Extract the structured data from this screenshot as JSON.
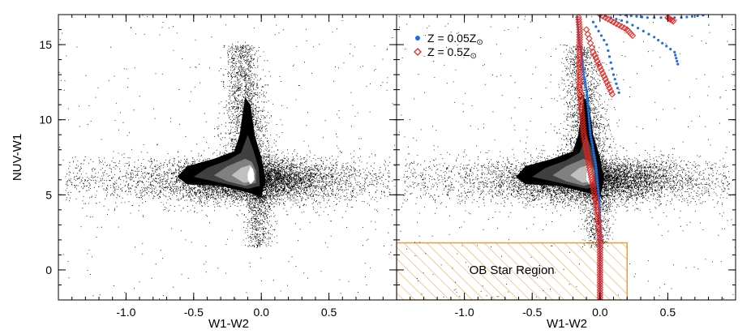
{
  "chart_data": [
    {
      "type": "scatter",
      "panel": "left",
      "title": "",
      "xlabel": "W1-W2",
      "ylabel": "NUV-W1",
      "xlim": [
        -1.5,
        1.0
      ],
      "ylim": [
        -2,
        17
      ],
      "x_ticks": [
        -1.0,
        -0.5,
        0.0,
        0.5
      ],
      "x_tick_labels": [
        "-1.0",
        "-0.5",
        "0.0",
        "0.5"
      ],
      "y_ticks": [
        0,
        5,
        10,
        15
      ],
      "y_tick_labels": [
        "0",
        "5",
        "10",
        "15"
      ],
      "series": [
        {
          "kind": "density-points-with-contours",
          "color": "#000000",
          "contour_fill_colors": [
            "#000000",
            "#404040",
            "#808080",
            "#c0c0c0",
            "#ffffff"
          ],
          "locus": {
            "x_center": -0.1,
            "y_center": 6.2,
            "x_spread": 0.3,
            "y_spread": 1.2
          }
        }
      ]
    },
    {
      "type": "scatter",
      "panel": "right",
      "title": "",
      "xlabel": "W1-W2",
      "ylabel": "",
      "xlim": [
        -1.5,
        1.0
      ],
      "ylim": [
        -2,
        17
      ],
      "x_ticks": [
        -1.0,
        -0.5,
        0.0,
        0.5
      ],
      "x_tick_labels": [
        "-1.0",
        "-0.5",
        "0.0",
        "0.5"
      ],
      "y_ticks": [
        0,
        5,
        10,
        15
      ],
      "series": [
        {
          "kind": "density-points-with-contours",
          "color": "#000000",
          "contour_fill_colors": [
            "#000000",
            "#404040",
            "#808080",
            "#c0c0c0",
            "#ffffff"
          ]
        },
        {
          "name_prefix": "Z = 0.05Z",
          "marker": "filled-circle",
          "color": "#1f6fe0",
          "track": [
            [
              0.0,
              -2.0
            ],
            [
              0.0,
              -1.0
            ],
            [
              0.0,
              0.0
            ],
            [
              0.0,
              1.0
            ],
            [
              0.0,
              2.0
            ],
            [
              0.0,
              3.0
            ],
            [
              0.0,
              4.0
            ],
            [
              -0.01,
              5.0
            ],
            [
              -0.02,
              6.0
            ],
            [
              -0.03,
              7.0
            ],
            [
              -0.05,
              8.0
            ],
            [
              -0.07,
              9.0
            ],
            [
              -0.08,
              10.0
            ],
            [
              -0.09,
              11.0
            ],
            [
              -0.1,
              12.0
            ],
            [
              -0.12,
              13.0
            ],
            [
              -0.13,
              14.0
            ],
            [
              -0.15,
              15.0
            ],
            [
              -0.16,
              16.0
            ],
            [
              -0.17,
              17.0
            ]
          ],
          "branches": [
            [
              [
                0.0,
                17.0
              ],
              [
                0.2,
                16.5
              ],
              [
                0.4,
                15.5
              ],
              [
                0.55,
                14.5
              ],
              [
                0.58,
                13.5
              ]
            ],
            [
              [
                0.15,
                17.0
              ],
              [
                0.35,
                16.8
              ],
              [
                0.6,
                16.8
              ],
              [
                0.8,
                17.0
              ]
            ],
            [
              [
                -0.05,
                16.5
              ],
              [
                0.05,
                15.0
              ],
              [
                0.1,
                13.0
              ],
              [
                0.15,
                11.5
              ]
            ]
          ]
        },
        {
          "name_prefix": "Z = 0.5Z",
          "marker": "open-diamond",
          "color": "#e8221c",
          "track": [
            [
              0.0,
              -2.0
            ],
            [
              0.0,
              -1.0
            ],
            [
              0.0,
              0.0
            ],
            [
              0.0,
              1.0
            ],
            [
              0.0,
              2.0
            ],
            [
              -0.01,
              3.0
            ],
            [
              -0.02,
              4.0
            ],
            [
              -0.04,
              5.0
            ],
            [
              -0.06,
              6.0
            ],
            [
              -0.08,
              7.0
            ],
            [
              -0.1,
              8.0
            ],
            [
              -0.12,
              9.0
            ],
            [
              -0.13,
              10.0
            ],
            [
              -0.14,
              11.0
            ],
            [
              -0.15,
              12.0
            ],
            [
              -0.15,
              13.0
            ],
            [
              -0.15,
              14.0
            ],
            [
              -0.15,
              15.0
            ],
            [
              -0.15,
              16.0
            ],
            [
              -0.16,
              17.0
            ]
          ],
          "branches": [
            [
              [
                -0.1,
                16.0
              ],
              [
                -0.05,
                14.5
              ],
              [
                0.0,
                13.5
              ],
              [
                0.05,
                12.5
              ],
              [
                0.1,
                11.5
              ]
            ],
            [
              [
                0.0,
                17.0
              ],
              [
                0.1,
                16.5
              ],
              [
                0.2,
                16.0
              ],
              [
                0.25,
                15.5
              ]
            ],
            [
              [
                0.5,
                16.8
              ],
              [
                0.55,
                16.5
              ]
            ]
          ]
        }
      ],
      "legend": {
        "placement": "top-left",
        "solar_symbol": "⊙",
        "entries": [
          {
            "text": "Z = 0.05Z",
            "marker": "filled-circle",
            "color": "#1f6fe0"
          },
          {
            "text": "Z = 0.5Z",
            "marker": "open-diamond",
            "color": "#e8221c"
          }
        ]
      },
      "region": {
        "label": "OB Star Region",
        "x_range": [
          -1.5,
          0.2
        ],
        "y_range": [
          -2,
          1.8
        ],
        "color": "#f39a3a",
        "fill": "hatched"
      }
    }
  ]
}
